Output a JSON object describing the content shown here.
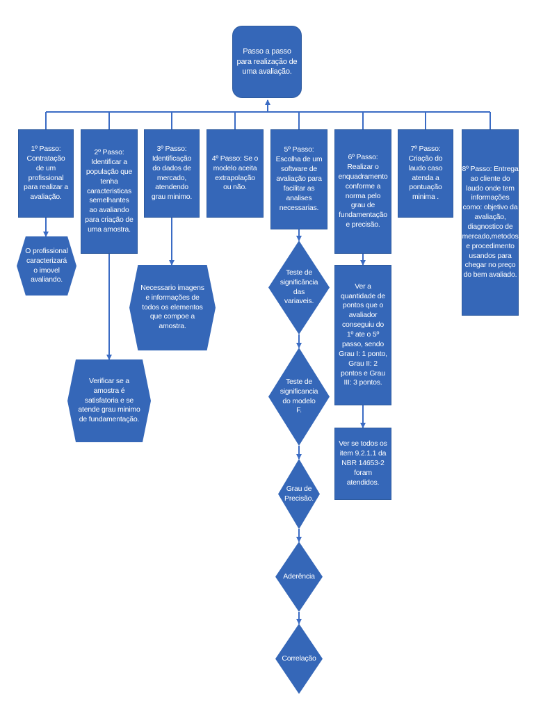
{
  "colors": {
    "node_fill": "#3567b8",
    "node_border": "#2d5a9e",
    "connector": "#3a6bc4",
    "text": "#ffffff"
  },
  "title": "Passo a passo para realização de uma avaliação.",
  "steps": [
    "1º Passo: Contratação de um profissional para realizar a avaliação.",
    "2º Passo: Identificar a população que tenha caracteristicas semelhantes ao avaliando para criação de uma amostra.",
    "3º Passo: Identificação do dados de mercado, atendendo grau minimo.",
    "4º Passo: Se o modelo aceita extrapolação ou não.",
    "5º Passo: Escolha de um software de avaliação para facilitar as analises necessarias.",
    "6º Passo: Realizar o enquadramento conforme a norma pelo grau de fundamentação e precisão.",
    "7º Passo: Criação do laudo caso atenda a pontuação minima .",
    "8º Passo: Entrega ao cliente do laudo onde tem informações como: objetivo da avaliação, diagnostico de mercado,metodos e procedimento usandos para chegar no preço do bem avaliado."
  ],
  "step1_detail": "O profissional caracterizará o imovel avaliando.",
  "step2_detail": "Verificar se a amostra é satisfatoria e se atende grau minimo de fundamentação.",
  "step3_detail": "Necessario imagens e informações de todos os elementos que compoe a amostra.",
  "step5_tests": [
    "Teste de significância das variaveis.",
    "Teste de significancia do modelo F.",
    "Grau de Precisão.",
    "Aderência",
    "Correlação"
  ],
  "step6_details": [
    "Ver a quantidade de pontos que o avaliador conseguiu do 1º ate o 5º passo, sendo Grau I: 1 ponto, Grau II: 2 pontos e Grau III: 3 pontos.",
    "Ver se todos os item 9.2.1.1 da NBR 14653-2 foram atendidos."
  ]
}
